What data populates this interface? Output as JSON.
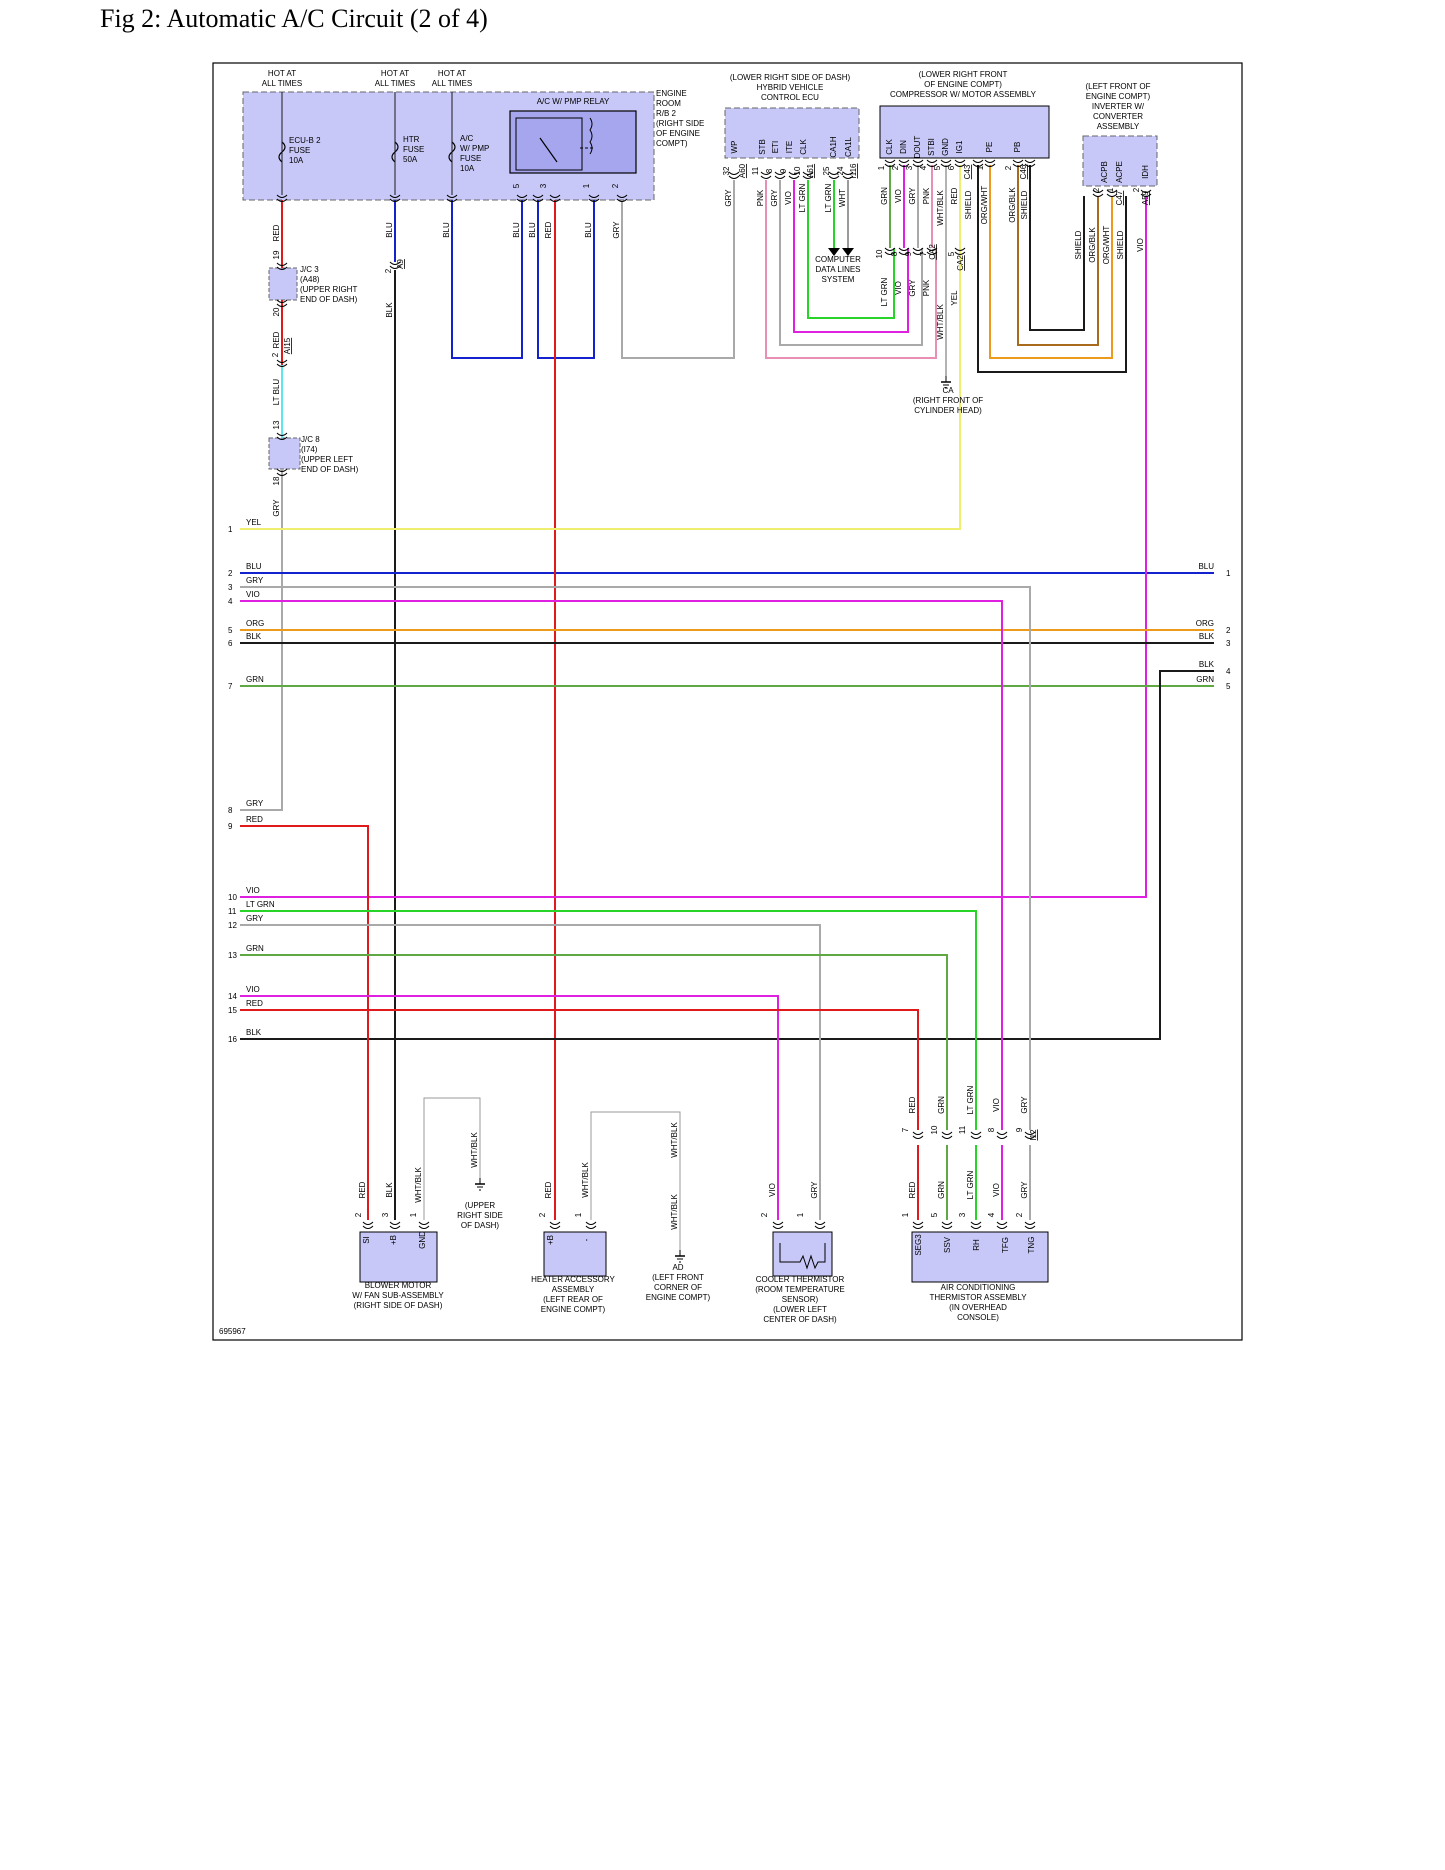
{
  "title": "Fig 2: Automatic A/C Circuit (2 of 4)",
  "diagram_id": "695967",
  "colors": {
    "RED": "#e0191c",
    "BLU": "#1421cf",
    "GRY": "#a9a9a9",
    "YEL": "#f0ee6e",
    "VIO": "#e020e0",
    "ORG": "#ec9a1c",
    "BLK": "#1a1a1a",
    "GRN": "#5fa843",
    "LT GRN": "#27d427",
    "LT BLU": "#5fe6ec",
    "PNK": "#e98fb4",
    "WHT": "#9a9a9a",
    "ORG/BLK": "#a86a1c",
    "box": "#c8c8f8",
    "relay": "#a6a6ee"
  },
  "sources": [
    {
      "line1": "HOT AT",
      "line2": "ALL TIMES"
    },
    {
      "line1": "HOT AT",
      "line2": "ALL TIMES"
    },
    {
      "line1": "HOT AT",
      "line2": "ALL TIMES"
    }
  ],
  "fuses": [
    {
      "l1": "ECU-B 2",
      "l2": "FUSE",
      "l3": "10A"
    },
    {
      "l1": "HTR",
      "l2": "FUSE",
      "l3": "50A"
    },
    {
      "l1": "A/C",
      "l2": "W/ PMP",
      "l3": "FUSE",
      "l4": "10A"
    }
  ],
  "relay_box": {
    "title": "A/C W/ PMP RELAY",
    "lines": [
      "ENGINE",
      "ROOM",
      "R/B 2",
      "(RIGHT SIDE",
      "OF ENGINE",
      "COMPT)"
    ]
  },
  "hv_ecu": {
    "lines": [
      "(LOWER RIGHT SIDE OF DASH)",
      "HYBRID VEHICLE",
      "CONTROL ECU"
    ],
    "pins": [
      "WP",
      "STB",
      "ETI",
      "ITE",
      "CLK",
      "CA1H",
      "CA1L"
    ]
  },
  "compressor": {
    "lines": [
      "(LOWER RIGHT FRONT",
      "OF ENGINE COMPT)",
      "COMPRESSOR W/ MOTOR ASSEMBLY"
    ],
    "pins": [
      "CLK",
      "DIN",
      "DOUT",
      "STBI",
      "GND",
      "IG1",
      "PE",
      "PB"
    ]
  },
  "inverter": {
    "lines": [
      "(LEFT FRONT OF",
      "ENGINE COMPT)",
      "INVERTER W/",
      "CONVERTER",
      "ASSEMBLY"
    ],
    "pins": [
      "ACPB",
      "ACPE",
      "IDH"
    ]
  },
  "jc3": {
    "lines": [
      "J/C 3",
      "(A48)",
      "(UPPER RIGHT",
      "END OF DASH)"
    ]
  },
  "jc8": {
    "lines": [
      "J/C 8",
      "(I74)",
      "(UPPER LEFT",
      "END OF DASH)"
    ]
  },
  "computer_data": {
    "lines": [
      "COMPUTER",
      "DATA LINES",
      "SYSTEM"
    ]
  },
  "ground_ca": {
    "lines": [
      "CA",
      "(RIGHT FRONT OF",
      "CYLINDER HEAD)"
    ]
  },
  "ground_upper": {
    "lines": [
      "(UPPER",
      "RIGHT SIDE",
      "OF DASH)"
    ]
  },
  "ground_ad": {
    "lines": [
      "AD",
      "(LEFT FRONT",
      "CORNER OF",
      "ENGINE COMPT)"
    ]
  },
  "components": {
    "blower": {
      "lines": [
        "BLOWER MOTOR",
        "W/ FAN SUB-ASSEMBLY",
        "(RIGHT SIDE OF DASH)"
      ],
      "pins": [
        "SI",
        "+B",
        "GND"
      ]
    },
    "heater": {
      "lines": [
        "HEATER ACCESSORY",
        "ASSEMBLY",
        "(LEFT REAR OF",
        "ENGINE COMPT)"
      ],
      "pins": [
        "+B",
        "-"
      ]
    },
    "cooler": {
      "lines": [
        "COOLER THERMISTOR",
        "(ROOM TEMPERATURE",
        "SENSOR)",
        "(LOWER LEFT",
        "CENTER OF DASH)"
      ]
    },
    "ac_thermistor": {
      "lines": [
        "AIR CONDITIONING",
        "THERMISTOR ASSEMBLY",
        "(IN OVERHEAD",
        "CONSOLE)"
      ],
      "pins": [
        "SEG3",
        "SSV",
        "RH",
        "TFG",
        "TNG"
      ]
    }
  },
  "bus_left": [
    {
      "n": "1",
      "c": "YEL"
    },
    {
      "n": "2",
      "c": "BLU"
    },
    {
      "n": "3",
      "c": "GRY"
    },
    {
      "n": "4",
      "c": "VIO"
    },
    {
      "n": "5",
      "c": "ORG"
    },
    {
      "n": "6",
      "c": "BLK"
    },
    {
      "n": "7",
      "c": "GRN"
    },
    {
      "n": "8",
      "c": "GRY"
    },
    {
      "n": "9",
      "c": "RED"
    },
    {
      "n": "10",
      "c": "VIO"
    },
    {
      "n": "11",
      "c": "LT GRN"
    },
    {
      "n": "12",
      "c": "GRY"
    },
    {
      "n": "13",
      "c": "GRN"
    },
    {
      "n": "14",
      "c": "VIO"
    },
    {
      "n": "15",
      "c": "RED"
    },
    {
      "n": "16",
      "c": "BLK"
    }
  ],
  "bus_right": [
    {
      "n": "1",
      "c": "BLU"
    },
    {
      "n": "2",
      "c": "ORG"
    },
    {
      "n": "3",
      "c": "BLK"
    },
    {
      "n": "4",
      "c": "BLK"
    },
    {
      "n": "5",
      "c": "GRN"
    }
  ],
  "connectors": {
    "A60": "A60",
    "A61": "A61",
    "I116": "I116",
    "C43": "C43",
    "C46": "C46",
    "CA2": "CA2",
    "C47": "C47",
    "A59": "A59",
    "A9": "A9",
    "AI15": "AI15",
    "I12": "I12"
  },
  "pin_numbers": {
    "jc3_top": "19",
    "jc3_bot": "20",
    "jc8_top": "13",
    "jc8_bot": "18",
    "ai15": "2",
    "htr_a9": "2",
    "relay": [
      "5",
      "3",
      "1",
      "2"
    ],
    "ecu": [
      "32",
      "11",
      "8",
      "9",
      "10",
      "25",
      "24"
    ],
    "comp": [
      "1",
      "2",
      "3",
      "4",
      "5",
      "6",
      "1",
      "2"
    ],
    "ca2": [
      "10",
      "8",
      "9",
      "7",
      "5"
    ],
    "inv": [
      "2",
      "1",
      "2"
    ],
    "i12": [
      "7",
      "10",
      "11",
      "8",
      "9"
    ],
    "blower": [
      "2",
      "3",
      "1"
    ],
    "heater": [
      "2",
      "1"
    ],
    "cooler": [
      "2",
      "1"
    ],
    "acth": [
      "1",
      "5",
      "3",
      "4",
      "2"
    ]
  }
}
